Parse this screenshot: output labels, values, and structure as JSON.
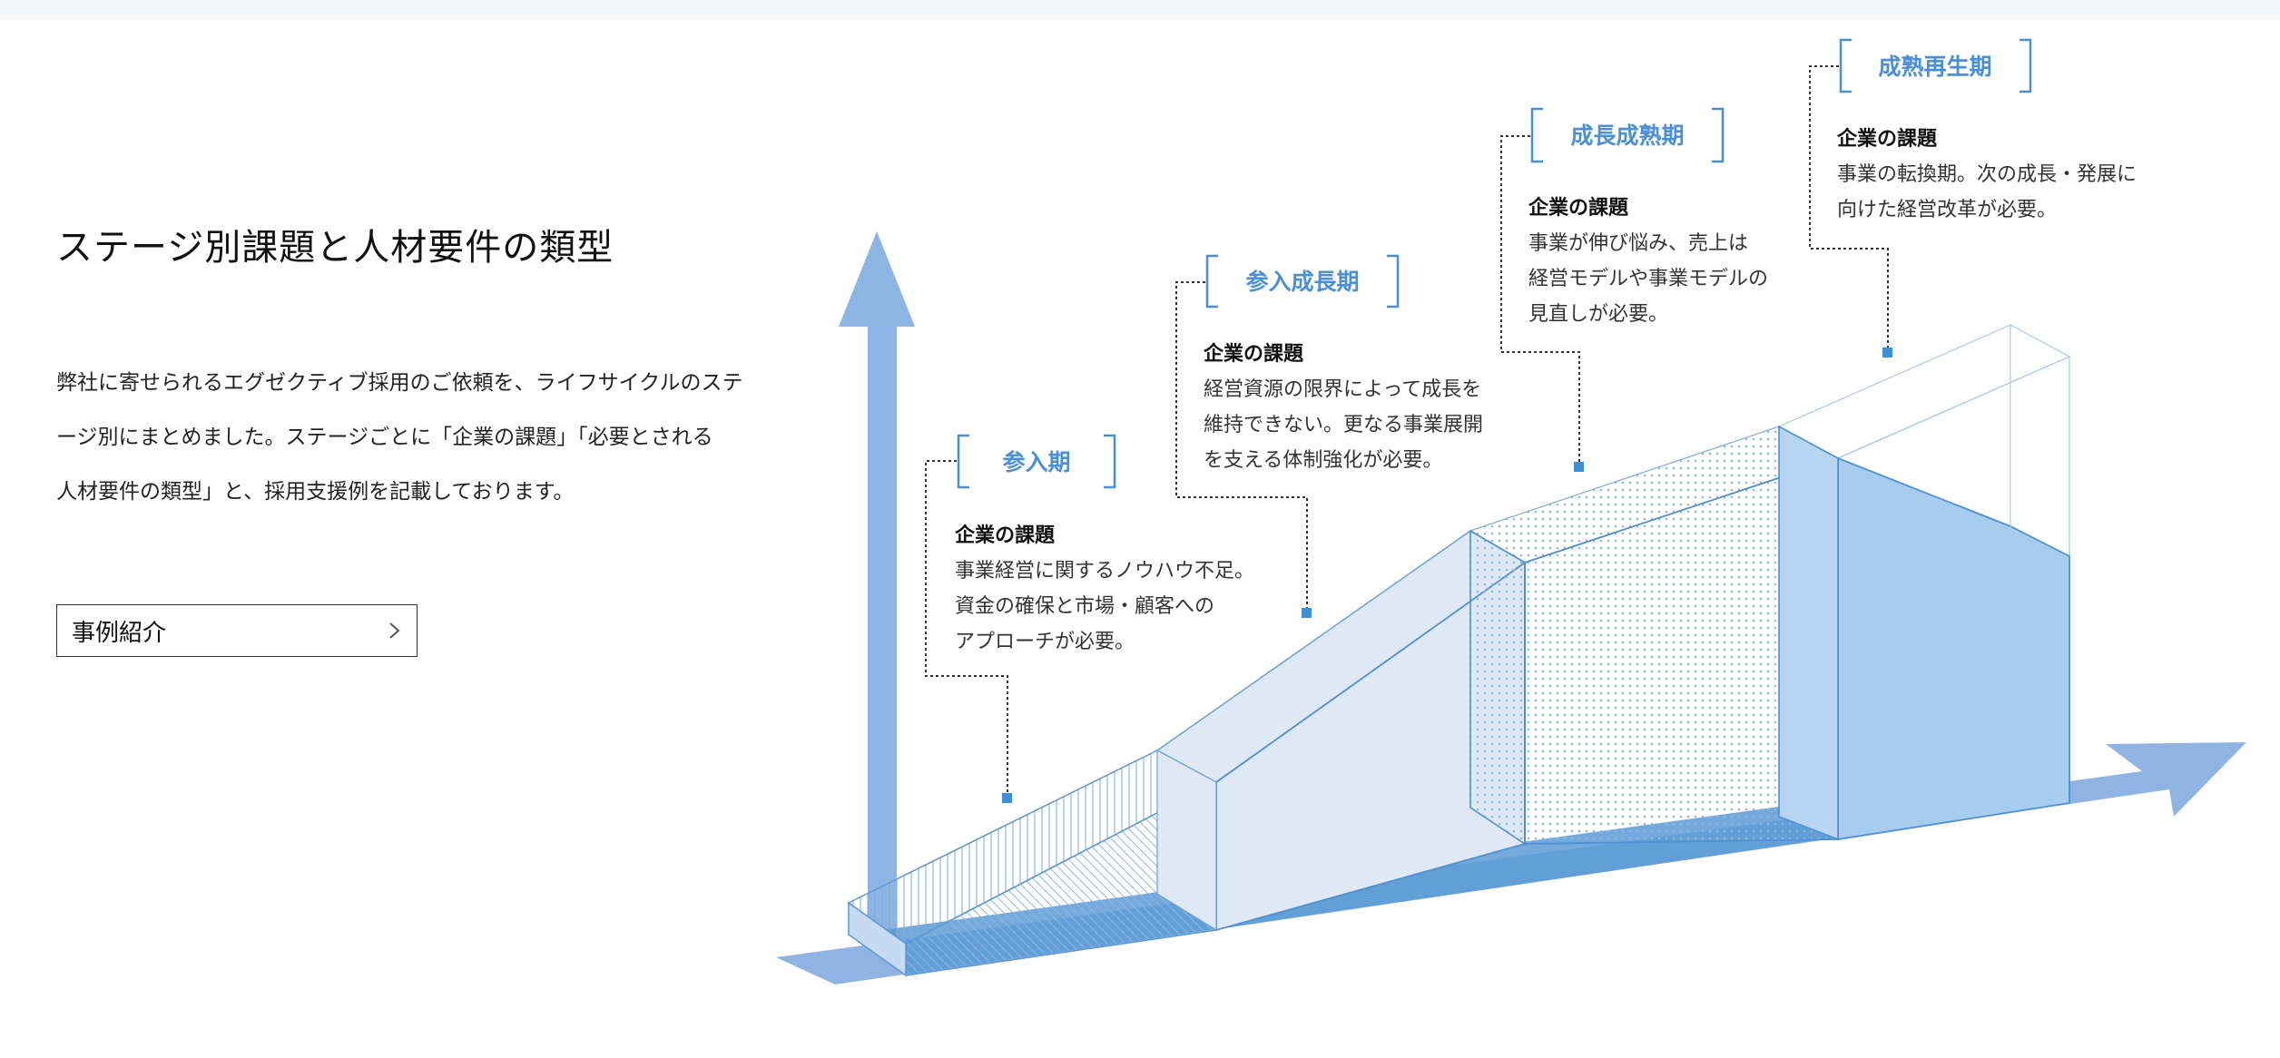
{
  "heading": "ステージ別課題と人材要件の類型",
  "description": [
    "弊社に寄せられるエグゼクティブ採用のご依頼を、ライフサイクルのステ",
    "ージ別にまとめました。ステージごとに「企業の課題」「必要とされる",
    "人材要件の類型」と、採用支援例を記載しております。"
  ],
  "button": {
    "label": "事例紹介",
    "icon": "chevron-right-icon"
  },
  "colors": {
    "accent": "#4a8fd8",
    "axis": "#8db4e2",
    "ground": "#5b9bd5",
    "light_fill": "#dfe8f5",
    "mid_fill": "#a6cdee",
    "edge": "#4f8fd3"
  },
  "stages": [
    {
      "title": "参入期",
      "issue_heading": "企業の課題",
      "issue_lines": [
        "事業経営に関するノウハウ不足。",
        "資金の確保と市場・顧客への",
        "アプローチが必要。"
      ]
    },
    {
      "title": "参入成長期",
      "issue_heading": "企業の課題",
      "issue_lines": [
        "経営資源の限界によって成長を",
        "維持できない。更なる事業展開",
        "を支える体制強化が必要。"
      ]
    },
    {
      "title": "成長成熟期",
      "issue_heading": "企業の課題",
      "issue_lines": [
        "事業が伸び悩み、売上は",
        "経営モデルや事業モデルの",
        "見直しが必要。"
      ]
    },
    {
      "title": "成熟再生期",
      "issue_heading": "企業の課題",
      "issue_lines": [
        "事業の転換期。次の成長・発展に",
        "向けた経営改革が必要。"
      ]
    }
  ]
}
